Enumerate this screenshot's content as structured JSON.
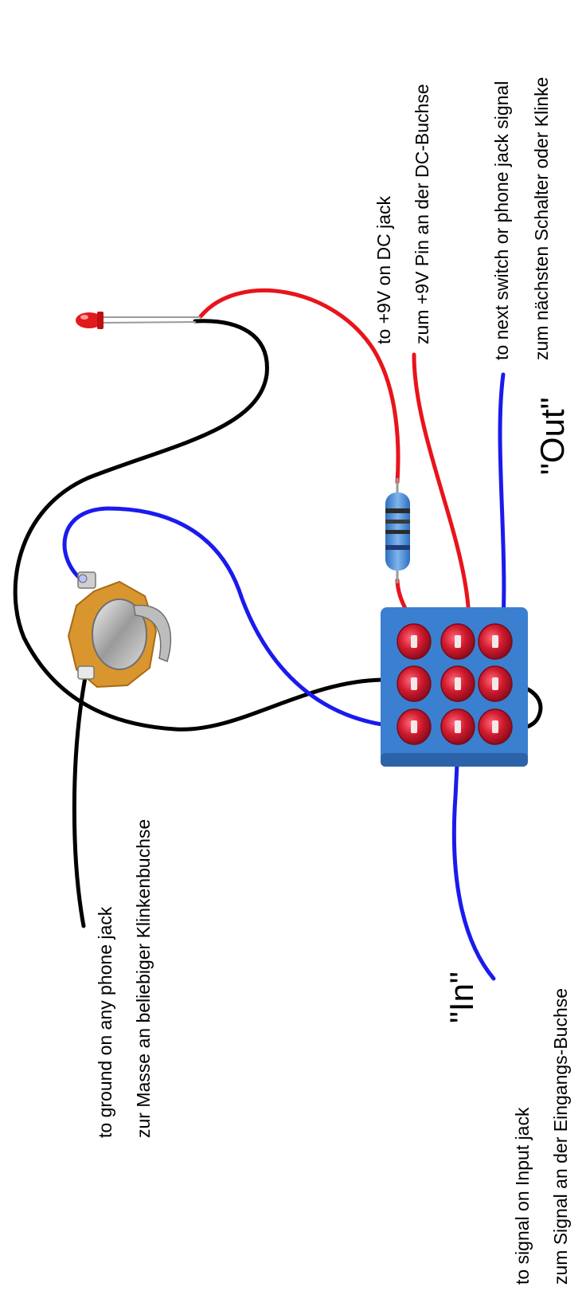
{
  "labels": {
    "dc_en": "to +9V on DC jack",
    "dc_de": "zum +9V Pin an der DC-Buchse",
    "out_en": "to next switch or phone jack signal",
    "out_de": "zum nächsten Schalter oder Klinke",
    "out_tag": "\"Out\"",
    "ground_en": "to ground on any phone jack",
    "ground_de": "zur Masse an beliebiger Klinkenbuchse",
    "in_tag": "\"In\"",
    "in_en": "to signal on Input jack",
    "in_de": "zum Signal an der Eingangs-Buchse"
  },
  "colors": {
    "wire_positive": "#e8141b",
    "wire_signal": "#1a1aee",
    "wire_ground": "#000000",
    "switch_body": "#3b7fd0",
    "solder_pad": "#d11a2e",
    "resistor_body": "#4a8fd6",
    "jack_plastic": "#d9962f",
    "led": "#e11b1b"
  },
  "components": [
    "led",
    "resistor",
    "3pdt-footswitch",
    "phone-jack"
  ]
}
